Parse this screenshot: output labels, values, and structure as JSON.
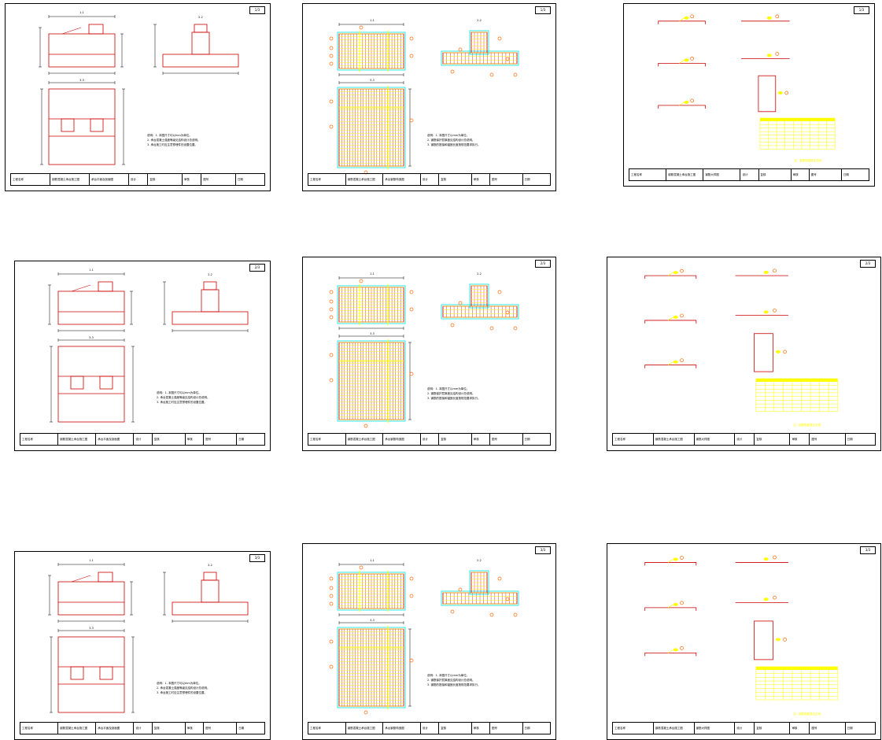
{
  "sheets": [
    {
      "type": "A",
      "page": "1/3",
      "notes": [
        "说明：1. 本图尺寸均以mm为单位。",
        "2. 承台混凝土强度等级见结构设计总说明。",
        "3. 承台施工时应注意预埋件的设置位置。"
      ],
      "title_block": [
        "工程名称",
        "钢筋混凝土承台施工图",
        "承台平面及剖面图",
        "设计",
        "复核",
        "审核",
        "图号",
        "日期"
      ]
    },
    {
      "type": "B",
      "page": "1/3",
      "notes": [
        "说明：1. 本图尺寸以mm为单位。",
        "2. 钢筋保护层厚度见结构设计总说明。",
        "3. 钢筋的搭接和锚固长度按规范要求执行。"
      ],
      "title_block": [
        "工程名称",
        "钢筋混凝土承台施工图",
        "承台钢筋构造图",
        "设计",
        "复核",
        "审核",
        "图号",
        "日期"
      ]
    },
    {
      "type": "C",
      "page": "1/3",
      "legend": "注：钢筋明细表见右侧",
      "title_block": [
        "工程名称",
        "钢筋混凝土承台施工图",
        "钢筋大样图",
        "设计",
        "复核",
        "审核",
        "图号",
        "日期"
      ]
    },
    {
      "type": "A",
      "page": "2/3",
      "notes": [
        "说明：1. 本图尺寸均以mm为单位。",
        "2. 承台混凝土强度等级见结构设计总说明。",
        "3. 承台施工时应注意预埋件的设置位置。"
      ],
      "title_block": [
        "工程名称",
        "钢筋混凝土承台施工图",
        "承台平面及剖面图",
        "设计",
        "复核",
        "审核",
        "图号",
        "日期"
      ]
    },
    {
      "type": "B",
      "page": "2/3",
      "notes": [
        "说明：1. 本图尺寸以mm为单位。",
        "2. 钢筋保护层厚度见结构设计总说明。",
        "3. 钢筋的搭接和锚固长度按规范要求执行。"
      ],
      "title_block": [
        "工程名称",
        "钢筋混凝土承台施工图",
        "承台钢筋构造图",
        "设计",
        "复核",
        "审核",
        "图号",
        "日期"
      ]
    },
    {
      "type": "C",
      "page": "2/3",
      "legend": "注：钢筋明细表见右侧",
      "title_block": [
        "工程名称",
        "钢筋混凝土承台施工图",
        "钢筋大样图",
        "设计",
        "复核",
        "审核",
        "图号",
        "日期"
      ]
    },
    {
      "type": "A",
      "page": "3/3",
      "notes": [
        "说明：1. 本图尺寸均以mm为单位。",
        "2. 承台混凝土强度等级见结构设计总说明。",
        "3. 承台施工时应注意预埋件的设置位置。"
      ],
      "title_block": [
        "工程名称",
        "钢筋混凝土承台施工图",
        "承台平面及剖面图",
        "设计",
        "复核",
        "审核",
        "图号",
        "日期"
      ]
    },
    {
      "type": "B",
      "page": "3/3",
      "notes": [
        "说明：1. 本图尺寸以mm为单位。",
        "2. 钢筋保护层厚度见结构设计总说明。",
        "3. 钢筋的搭接和锚固长度按规范要求执行。"
      ],
      "title_block": [
        "工程名称",
        "钢筋混凝土承台施工图",
        "承台钢筋构造图",
        "设计",
        "复核",
        "审核",
        "图号",
        "日期"
      ]
    },
    {
      "type": "C",
      "page": "3/3",
      "legend": "注：钢筋明细表见右侧",
      "title_block": [
        "工程名称",
        "钢筋混凝土承台施工图",
        "钢筋大样图",
        "设计",
        "复核",
        "审核",
        "图号",
        "日期"
      ]
    }
  ],
  "colors": {
    "concrete": "#cc0000",
    "rebar": "#ffff00",
    "cover": "#00e5e5",
    "marker": "#ff6600",
    "line": "#000000"
  },
  "section_labels": {
    "elevation": "1-1",
    "side": "2-2",
    "plan": "3-3"
  }
}
